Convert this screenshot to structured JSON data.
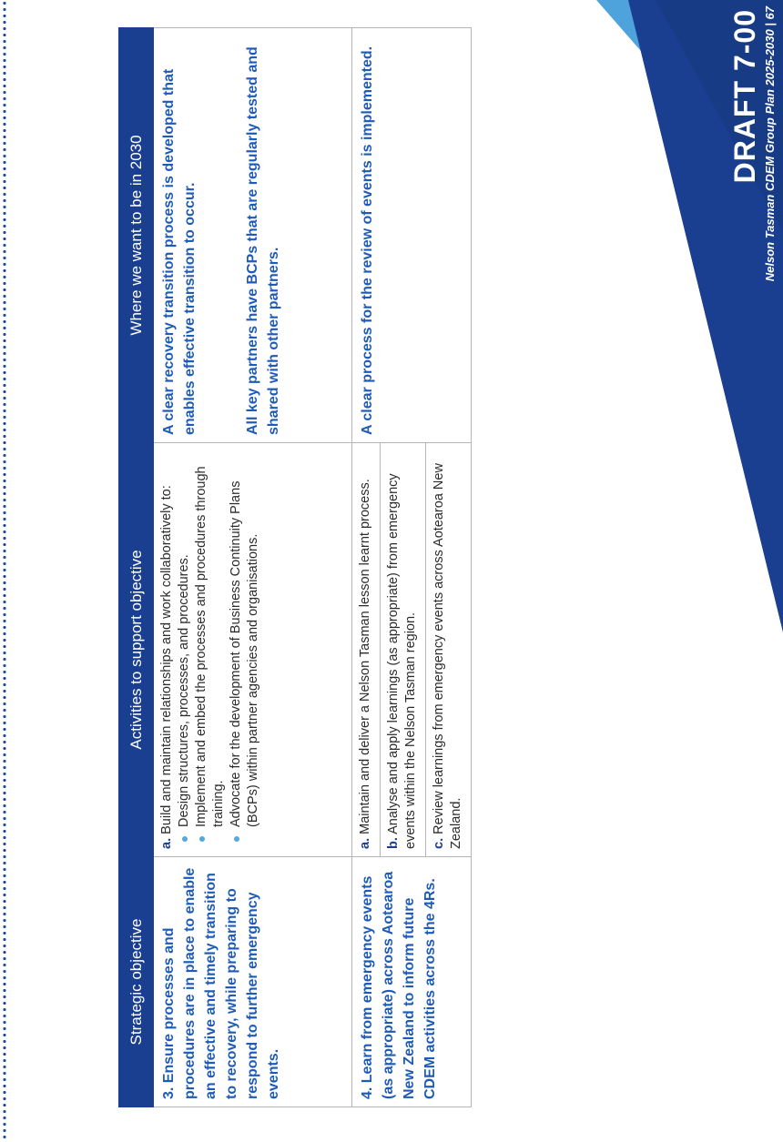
{
  "table": {
    "headers": [
      "Strategic objective",
      "Activities to support objective",
      "Where we want to be in 2030"
    ],
    "rows": [
      {
        "objective": "3. Ensure processes and procedures are in place to enable an effective and timely transition to recovery, while preparing to respond to further emergency events.",
        "activities": [
          {
            "label": "a.",
            "text": "Build and maintain relationships and work collaboratively to:",
            "bullets": [
              "Design structures, processes, and procedures.",
              "Implement and embed the processes and procedures through training.",
              "Advocate for the development of Business Continuity Plans (BCPs) within partner agencies and organisations."
            ]
          }
        ],
        "goals": [
          "A clear recovery transition process is developed that enables effective transition to occur.",
          "All key partners have BCPs that are regularly tested and shared with other partners."
        ]
      },
      {
        "objective": "4. Learn from emergency events (as appropriate) across Aotearoa New Zealand to inform future CDEM activities across the 4Rs.",
        "activities": [
          {
            "label": "a.",
            "text": "Maintain and deliver a Nelson Tasman lesson learnt process."
          },
          {
            "label": "b.",
            "text": "Analyse and apply learnings (as appropriate) from emergency events within the Nelson Tasman region."
          },
          {
            "label": "c.",
            "text": "Review learnings from emergency events across Aotearoa New Zealand."
          }
        ],
        "goals": [
          "A clear process for the review of events is implemented."
        ]
      }
    ]
  },
  "draft_label": "DRAFT 7-00",
  "footer": "Nelson Tasman CDEM Group Plan 2025-2030 | 67",
  "colors": {
    "header_bg": "#1a3f91",
    "accent_text": "#1e5bb8",
    "bullet": "#55a7dc",
    "stripe_light": "#4fa3dc",
    "stripe_dark": "#1a3f91"
  }
}
